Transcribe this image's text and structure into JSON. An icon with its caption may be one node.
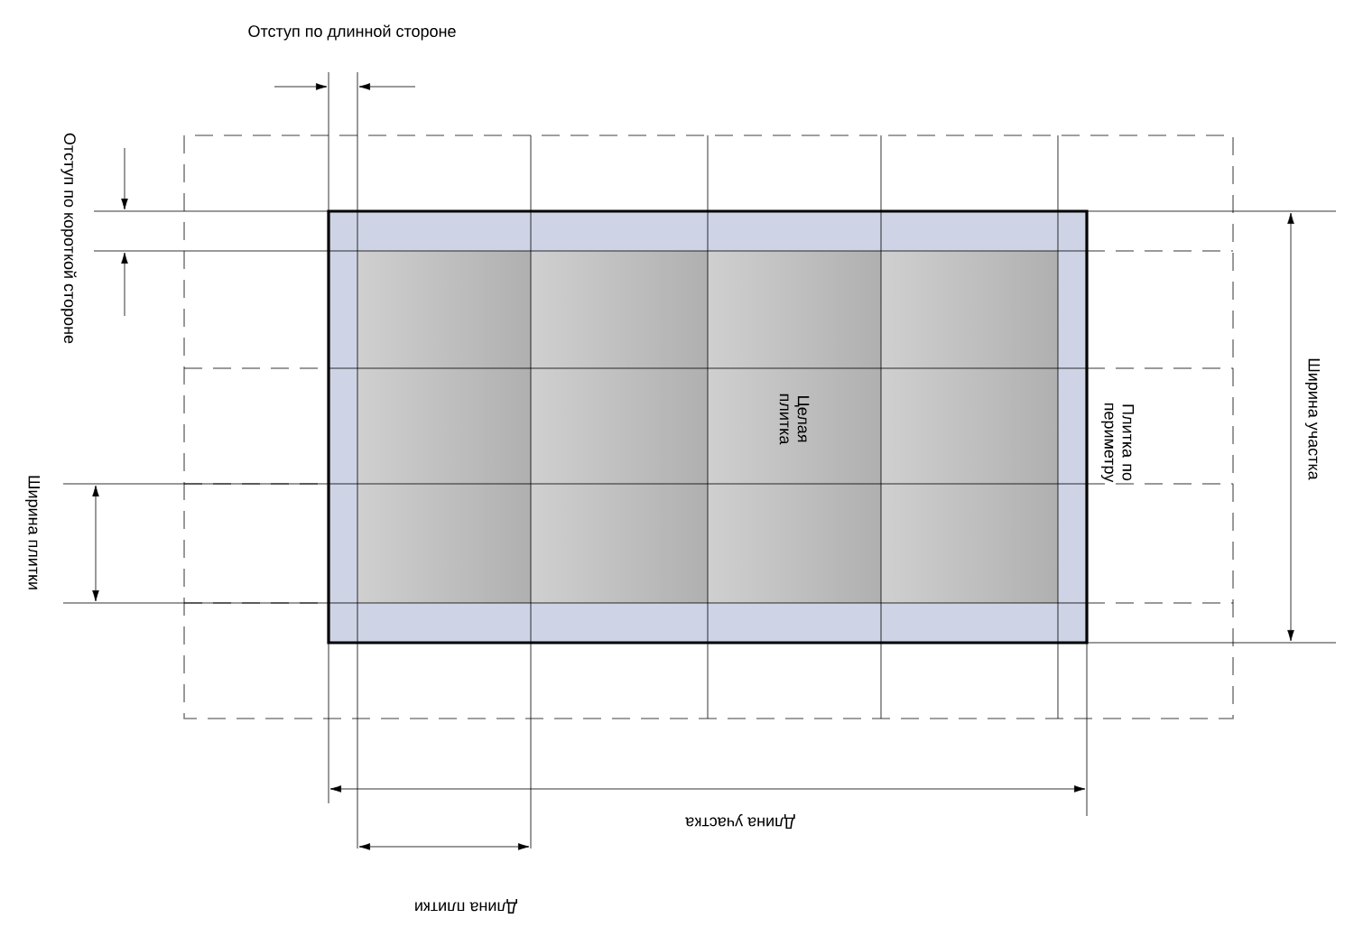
{
  "diagram": {
    "labels": [
      "Отступ по длинной стороне",
      "Отступ по короткой стороне",
      "Ширина участка",
      "Целая плитка",
      "Плитка по периметру",
      "Ширина плитки",
      "Длина участка",
      "Длина плитки"
    ]
  }
}
